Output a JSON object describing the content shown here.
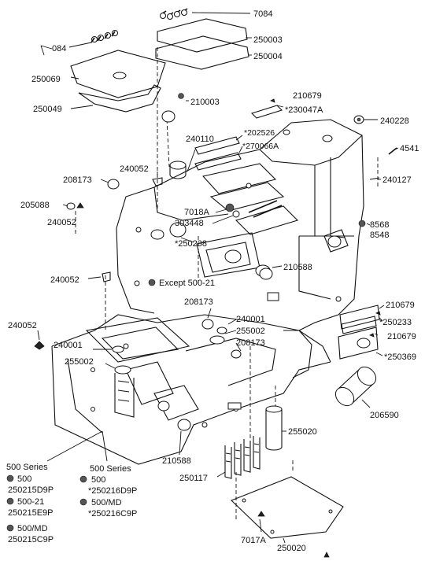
{
  "labels": {
    "p7084": "7084",
    "p084": "084",
    "p250003": "250003",
    "p250004": "250004",
    "p250069": "250069",
    "p250049": "250049",
    "p210003": "210003",
    "p210679a": "210679",
    "p230047a": "*230047A",
    "p240228": "240228",
    "p202526": "*202526",
    "p270066a": "*270066A",
    "p240110": "240110",
    "p4541": "4541",
    "p240127": "240127",
    "p208173a": "208173",
    "p240052a": "240052",
    "p205088": "205088",
    "p240052b": "240052",
    "p7018a": "7018A",
    "p303448": "303448",
    "p8568": "8568",
    "p8548": "8548",
    "p250238": "*250238",
    "p210588a": "210588",
    "p240052c": "240052",
    "except": "Except 500-21",
    "p208173b": "208173",
    "p240001a": "240001",
    "p255002a": "255002",
    "p208173c": "208173",
    "p210679b": "210679",
    "p250233": "*250233",
    "p210679c": "210679",
    "p240052d": "240052",
    "p250369": "*250369",
    "p240001b": "240001",
    "p255002b": "255002",
    "p206590": "206590",
    "p255020": "255020",
    "p210588b": "210588",
    "p250117": "250117",
    "p7017a": "7017A",
    "p250020": "250020"
  },
  "legend_left": {
    "title": "500 Series",
    "row1_model": "500",
    "row1_part": "250215D9P",
    "row2_model": "500-21",
    "row2_part": "250215E9P",
    "row3_model": "500/MD",
    "row3_part": "250215C9P"
  },
  "legend_right": {
    "title": "500 Series",
    "row1_model": "500",
    "row1_part": "*250216D9P",
    "row2_model": "500/MD",
    "row2_part": "*250216C9P"
  }
}
